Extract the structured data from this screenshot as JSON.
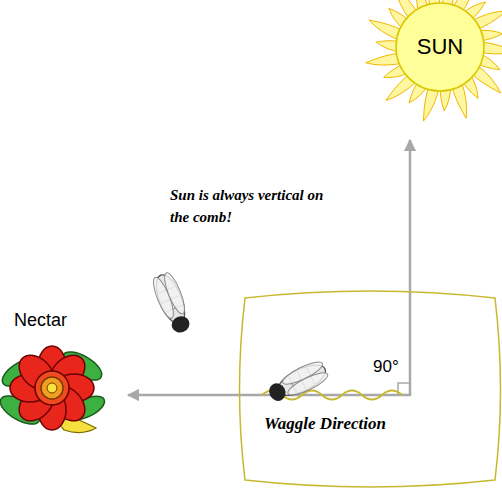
{
  "diagram": {
    "nodes": [
      {
        "text": [
          "SUN"
        ]
      },
      {
        "text": [
          "Nectar"
        ]
      },
      {
        "text": [
          "Waggle Direction"
        ]
      }
    ],
    "edges": [
      {
        "from": 2,
        "to": 0,
        "arrow": "to"
      },
      {
        "from": 2,
        "to": 1,
        "arrow": "to"
      }
    ],
    "labels": [
      "Sun is always vertical on the comb!",
      "90°"
    ]
  }
}
